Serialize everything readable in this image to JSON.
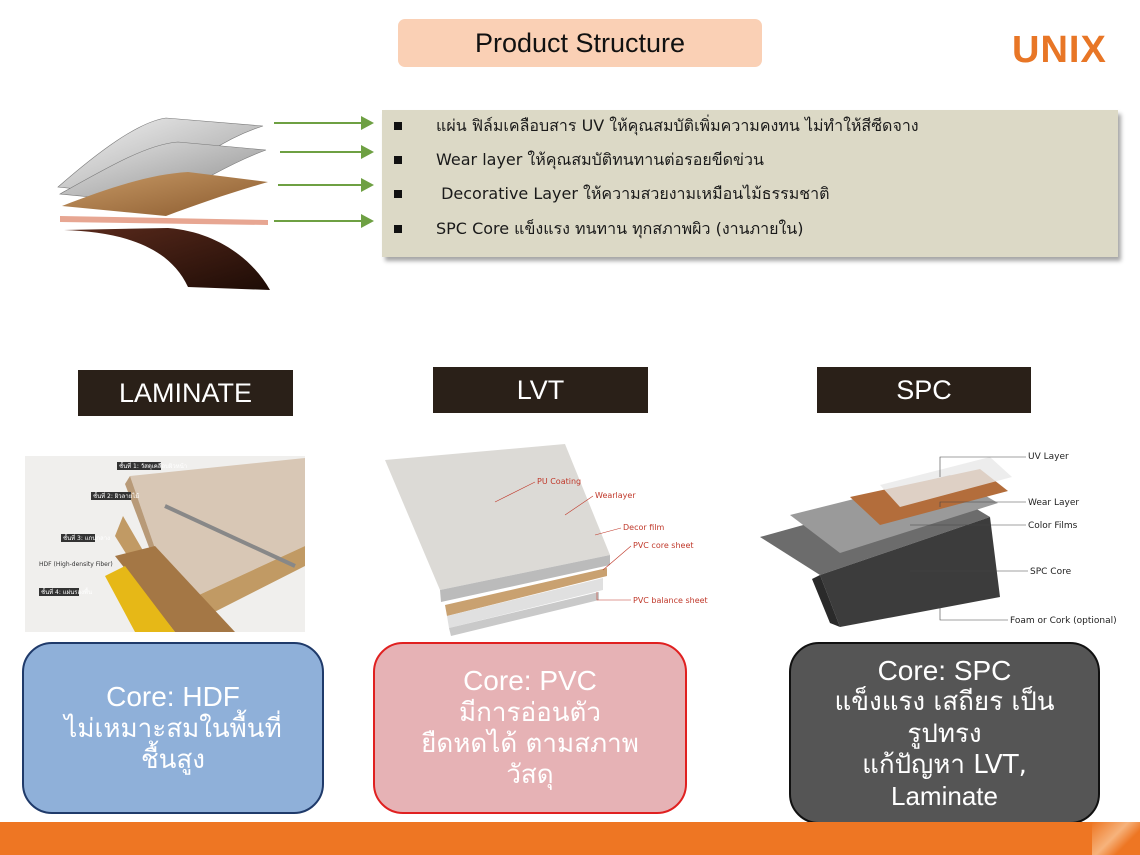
{
  "header": {
    "title": "Product Structure",
    "logo_text": "UNIX",
    "accent_color": "#e87626"
  },
  "layers": {
    "items": [
      "แผ่น ฟิล์มเคลือบสาร UV  ให้คุณสมบัติเพิ่มความคงทน  ไม่ทำให้สีซีดจาง",
      "Wear layer ให้คุณสมบัติทนทานต่อรอยขีดข่วน",
      " Decorative Layer ให้ความสวยงามเหมือนไม้ธรรมชาติ",
      "SPC Core แข็งแรง ทนทาน ทุกสภาพผิว (งานภายใน)"
    ],
    "arrow_color": "#6ea043"
  },
  "products": {
    "laminate": {
      "label": "LAMINATE",
      "diagram_labels": [
        "ชั้นที่ 1: วัสดุเคลือบผิวหน้า",
        "ชั้นที่ 2: ผิวลายไม้",
        "ชั้นที่ 3: แกนกลาง",
        "HDF (High-density Fiber)",
        "ชั้นที่ 4: แผ่นรองพื้น"
      ],
      "core_title": "Core: HDF",
      "core_lines": [
        "ไม่เหมาะสมในพื้นที่",
        "ชื้นสูง"
      ],
      "box_color": "#8fb0d9"
    },
    "lvt": {
      "label": "LVT",
      "diagram_labels": [
        "PU Coating",
        "Wearlayer",
        "Decor film",
        "PVC core sheet",
        "PVC balance sheet"
      ],
      "core_title": "Core: PVC",
      "core_lines": [
        "มีการอ่อนตัว",
        "ยืดหดได้ ตามสภาพ",
        "วัสดุ"
      ],
      "box_color": "#e6b2b5"
    },
    "spc": {
      "label": "SPC",
      "diagram_labels": [
        "UV Layer",
        "Wear Layer",
        "Color Films",
        "SPC Core",
        "Foam or Cork (optional)"
      ],
      "core_title": "Core: SPC",
      "core_lines": [
        "แข็งแรง เสถียร เป็น",
        "รูปทรง",
        "แก้ปัญหา LVT,",
        "Laminate"
      ],
      "box_color": "#555555"
    }
  }
}
